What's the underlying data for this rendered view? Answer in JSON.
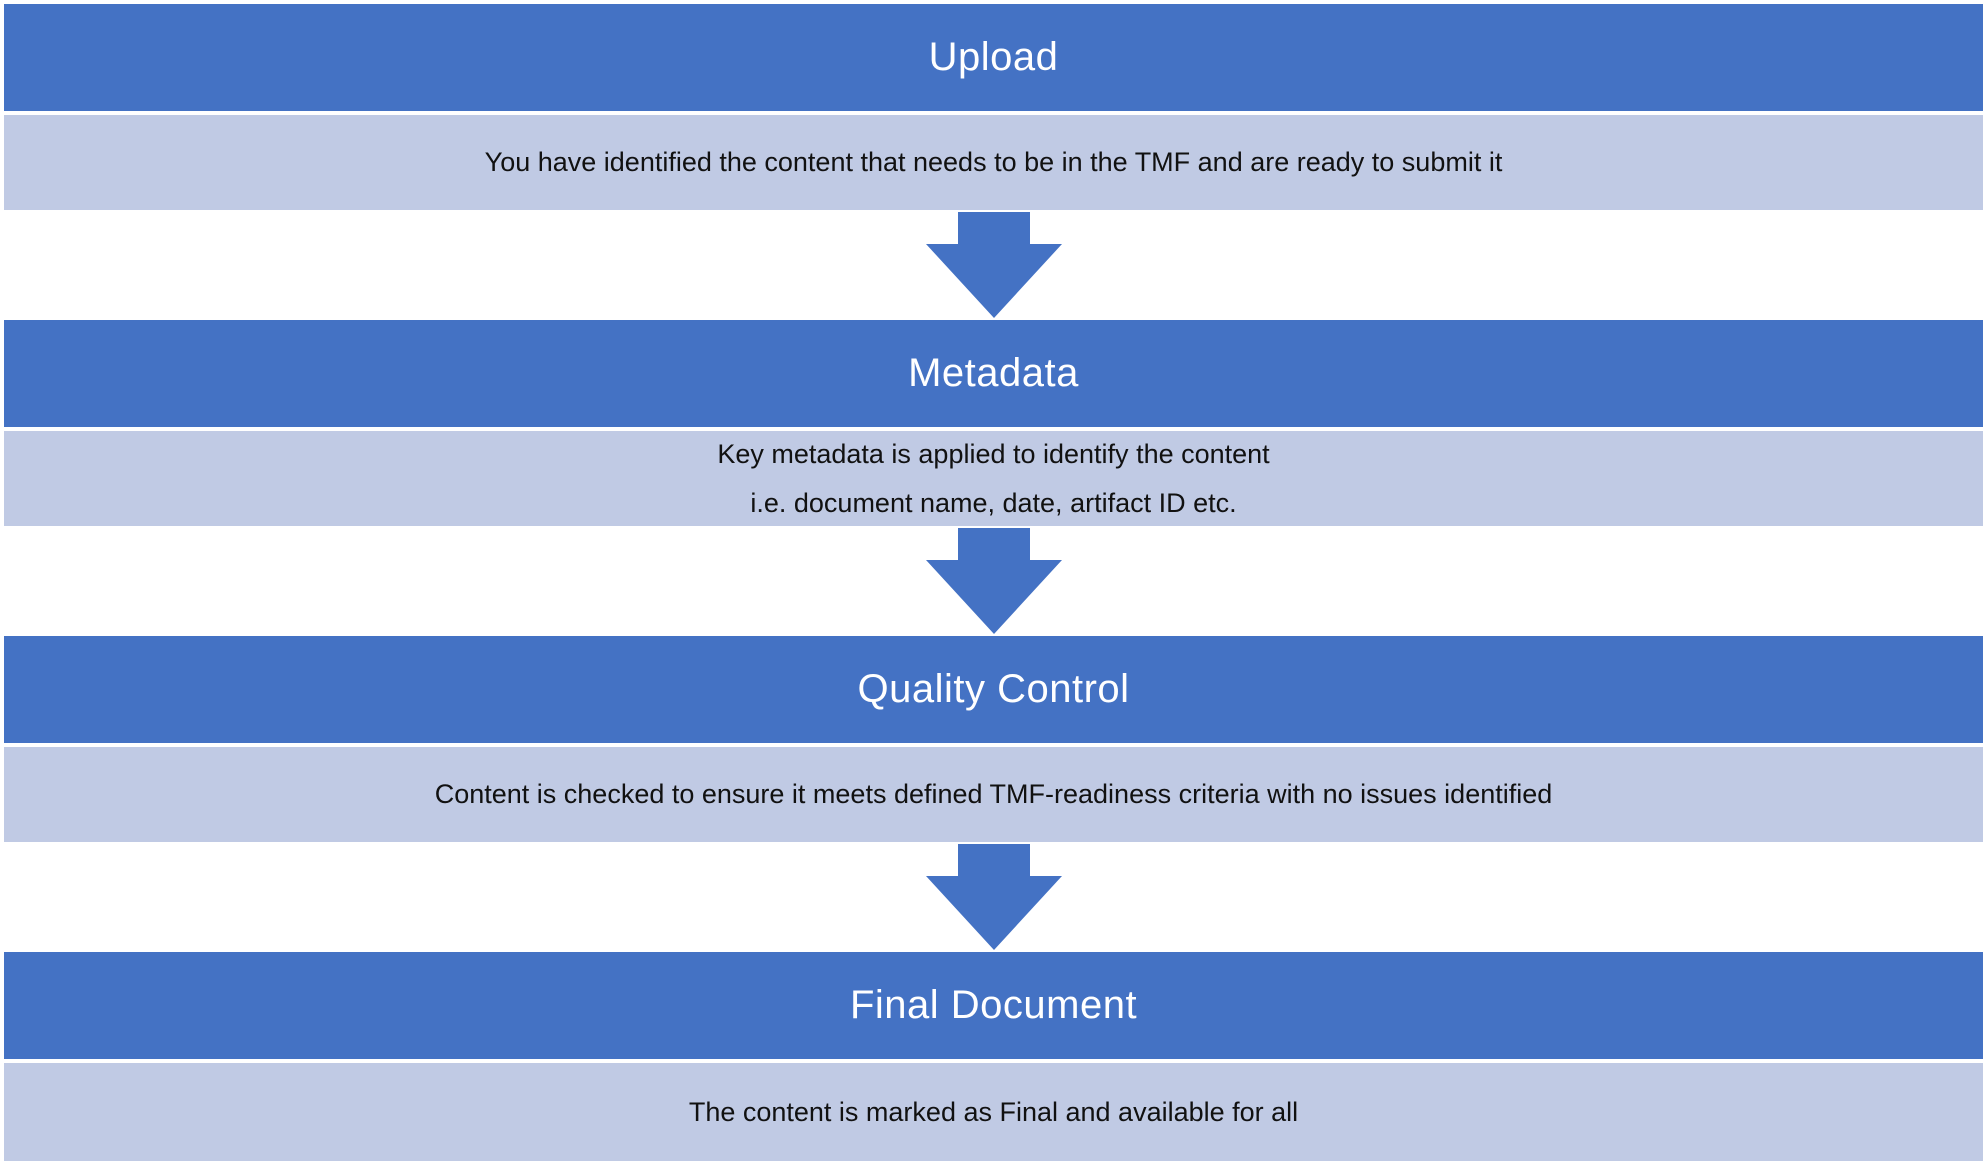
{
  "colors": {
    "header_fill": "#4472c4",
    "body_fill": "#c0cae4",
    "arrow_fill": "#4472c4",
    "header_text": "#ffffff",
    "body_text": "#111111"
  },
  "stages": [
    {
      "title": "Upload",
      "lines": [
        "You have identified the content that needs to be in the TMF and are ready to submit it"
      ]
    },
    {
      "title": "Metadata",
      "lines": [
        "Key metadata is applied to identify the content",
        "i.e. document name, date, artifact ID etc."
      ]
    },
    {
      "title": "Quality Control",
      "lines": [
        "Content is checked to ensure it meets defined TMF-readiness criteria with no issues identified"
      ]
    },
    {
      "title": "Final Document",
      "lines": [
        "The content is marked as Final and available for all"
      ]
    }
  ]
}
